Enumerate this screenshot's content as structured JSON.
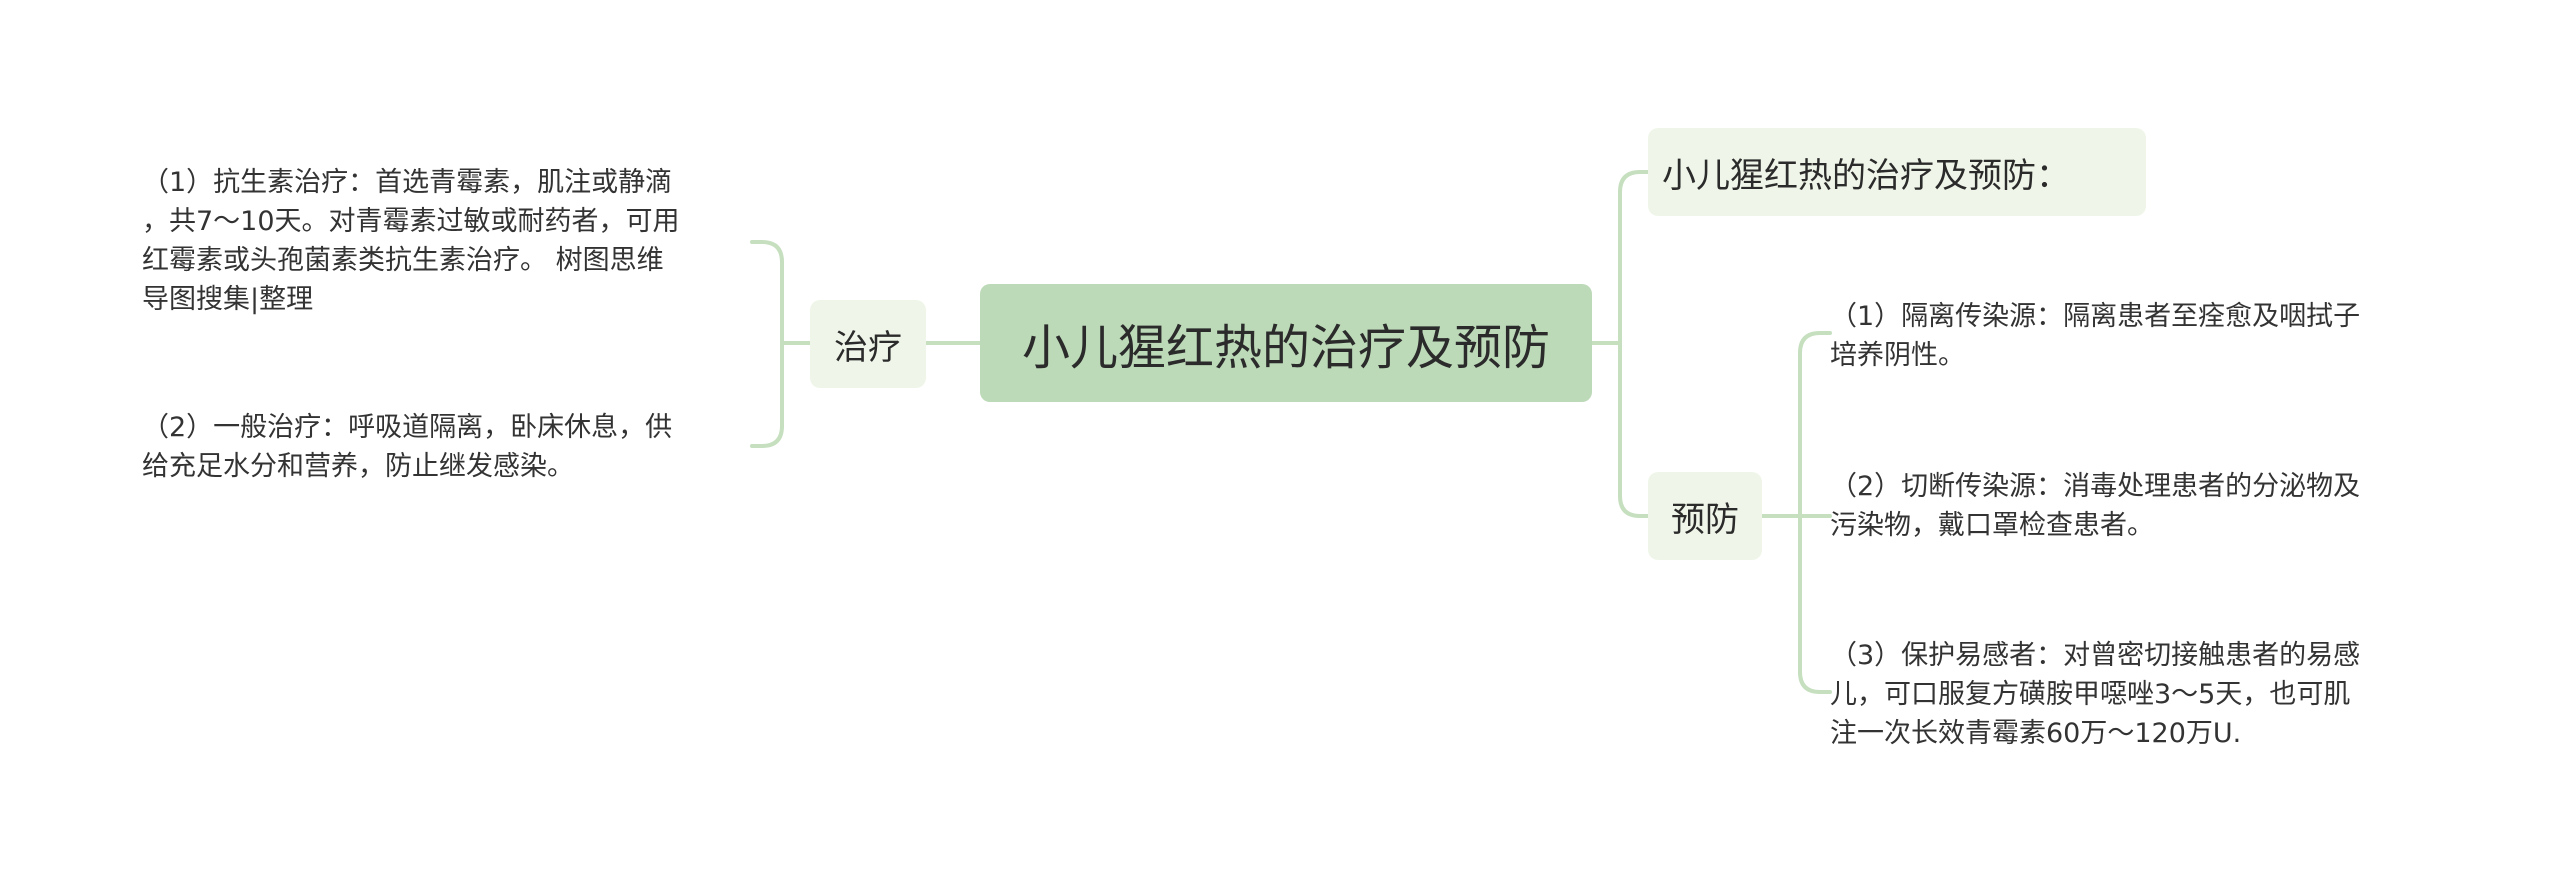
{
  "mindmap": {
    "root": "小儿猩红热的治疗及预防",
    "branches": {
      "treatment": {
        "label": "治疗",
        "items": [
          "（1）抗生素治疗：首选青霉素，肌注或静滴\n，共7～10天。对青霉素过敏或耐药者，可用\n红霉素或头孢菌素类抗生素治疗。 树图思维\n导图搜集|整理",
          "（2）一般治疗：呼吸道隔离，卧床休息，供\n给充足水分和营养，防止继发感染。"
        ]
      },
      "title": {
        "label": "小儿猩红热的治疗及预防："
      },
      "prevention": {
        "label": "预防",
        "items": [
          "（1）隔离传染源：隔离患者至痊愈及咽拭子\n培养阴性。",
          "（2）切断传染源：消毒处理患者的分泌物及\n污染物，戴口罩检查患者。",
          "（3）保护易感者：对曾密切接触患者的易感\n儿，可口服复方磺胺甲噁唑3～5天，也可肌\n注一次长效青霉素60万～120万U."
        ]
      }
    },
    "colors": {
      "root_fill": "#bcd9b8",
      "branch_fill": "#eff6e9",
      "connector": "#c5dfbf",
      "text": "#2b2b2b"
    }
  }
}
